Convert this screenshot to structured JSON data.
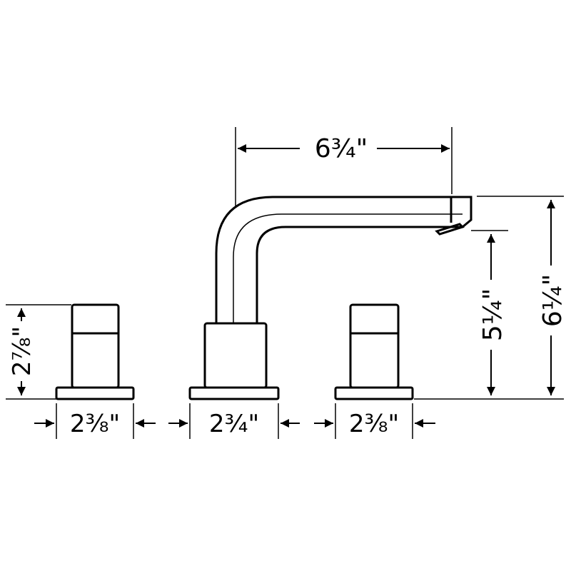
{
  "dimensions": {
    "spout_reach": "6¾\"",
    "spout_height": "6¼\"",
    "outlet_height": "5¼\"",
    "handle_height": "2⅞\"",
    "left_handle_base": "2⅜\"",
    "spout_base": "2¾\"",
    "right_handle_base": "2⅜\""
  },
  "colors": {
    "line": "#000000",
    "background": "#ffffff"
  }
}
